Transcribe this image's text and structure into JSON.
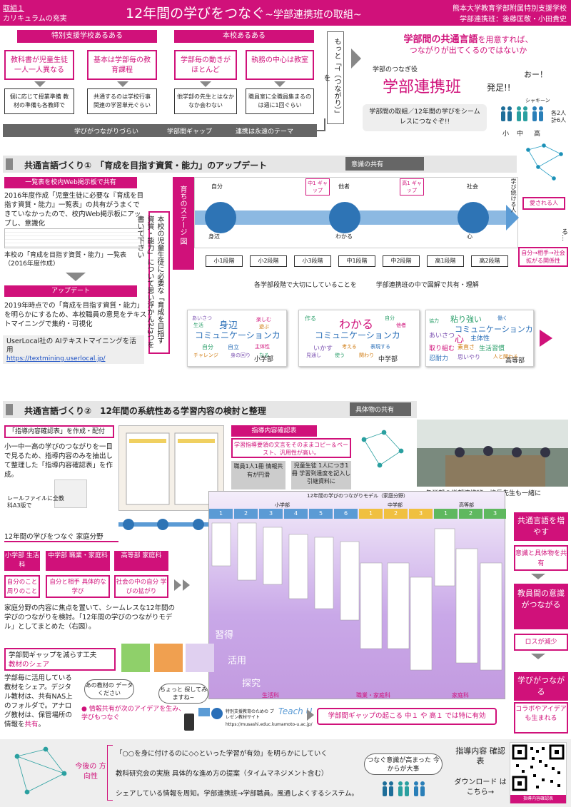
{
  "header": {
    "tag1": "取組１",
    "tag2": "カリキュラムの充実",
    "title": "12年間の学びをつなぐ",
    "subtitle": "~学部連携班の取組~",
    "school": "熊本大学教育学部附属特別支援学校",
    "members": "学部連携班：後藤匡敬・小田貴史"
  },
  "top": {
    "special_title": "特別支援学校あるある",
    "special_1": "教科書が児童生徒一人一人異なる",
    "special_2": "基本は学部毎の教育課程",
    "special_1b": "個に応じて授業準備 教材の準備も各教師で",
    "special_2b": "共通するのは学校行事 関連の学習単元ぐらい",
    "honko_title": "本校あるある",
    "honko_1": "学部毎の動きがほとんど",
    "honko_2": "執務の中心は教室",
    "honko_1b": "他学部の先生とはなかなか会わない",
    "honko_2b": "職員室に全職員集まるのは週に1回ぐらい",
    "bar_1": "学びがつながりづらい",
    "bar_2": "学部間ギャップ",
    "bar_3": "連携は永遠のテーマ",
    "motto": "もっと「T（つながり）」を",
    "common_lang_a": "学部間の共通言語",
    "common_lang_b": "を用意すれば、",
    "common_lang_c": "つながりが出てくるのではないか",
    "tsunagi": "学部のつなぎ役",
    "renkei": "学部連携班",
    "hassoku": "発足!!",
    "oh": "おー！",
    "shakin": "シャキーン",
    "bubble": "学部間の取組／12年間の学びをシームレスにつなぐぞ!!",
    "counts": "各2人 計6人",
    "levels": [
      "小",
      "中",
      "高"
    ]
  },
  "sec1": {
    "title": "共通言語づくり①　「育成を目指す資質・能力」のアップデート",
    "tag": "意識の共有",
    "lan_title": "一覧表を校内Web掲示板で共有",
    "lan_text": "2016年度作成「児童生徒に必要な『育成を目指す資質・能力』一覧表」の共有がうまくできていなかったので、校内Web掲示板にアップし、意識化",
    "table_caption": "本校の「育成を目指す資質・能力」一覧表（2016年度作成）",
    "update": "アップデート",
    "update_text": "2019年時点での「育成を目指す資質・能力」を明らかにするため、本校職員の意見をテキストマイニングで集約・可視化",
    "userlocal": "UserLocal社の AIテキストマイニングを活用",
    "url": "https://textmining.userlocal.jp/",
    "vertical_note": "本校の児童生徒に必要な「育成を目指す資質・能力」について思い浮かんだ3つを書いて下さい",
    "stage_label": "育ちのステージ 図",
    "stage_top": [
      "自分",
      "他者",
      "社会"
    ],
    "stage_bottom": [
      "身辺",
      "わかる",
      "心"
    ],
    "gap1": "中1 ギャップ",
    "gap2": "高1 ギャップ",
    "manabi": "学び続ける人",
    "aisareru": "愛される人",
    "jibun_aite": "自分→相手→社会 拡がる関係性",
    "shakai_note": "社会生活が近づくにつれ、求めたいことは増える…",
    "stages": [
      "小1段階",
      "小2段階",
      "小3段階",
      "中1段階",
      "中2段階",
      "高1段階",
      "高2段階"
    ],
    "caption": "各学部段階で大切にしていることを　　　学部連携班の中で図解で共有・理解",
    "cloud_labels": [
      "小学部",
      "中学部",
      "高等部"
    ],
    "cloud1_words": [
      "身辺",
      "コミュニケーションカ",
      "あいさつ",
      "楽しむ",
      "自分",
      "自立",
      "チャレンジ",
      "身の回り",
      "主体性",
      "なる",
      "生活",
      "遊ぶ"
    ],
    "cloud2_words": [
      "わかる",
      "コミュニケーションカ",
      "作る",
      "いかす",
      "考える",
      "表現する",
      "自分",
      "他者",
      "見通し",
      "使う",
      "関わり"
    ],
    "cloud3_words": [
      "粘り強い",
      "コミュニケーションカ",
      "心",
      "主体性",
      "あいさつ",
      "生活習慣",
      "取り組む",
      "素直さ",
      "忍耐力",
      "思いやり",
      "協力",
      "人と関わる",
      "働く"
    ]
  },
  "sec2": {
    "title": "共通言語づくり②　12年間の系統性ある学習内容の検討と整理",
    "tag": "具体物の共有",
    "shidou_title": "「指導内容確認表」を作成・配付",
    "shidou_text": "小一中一高の学びのつながりを一目で見るため、指導内容のみを抽出して整理した「指導内容確認表」を作成。",
    "rail": "レールファイルに全教科A3版で",
    "kakunin": "指導内容確認表",
    "kakunin_note": "学習指導要領の文言をそのままコピー＆ペースト、汎用性が高い。",
    "shokuin": "職員1人1冊 情報共有が円滑",
    "jidou": "児童生徒 1人につき1冊 学習到達度を記入し引継資料に",
    "photo_caption": "各学部の学部連携班，校長先生も一緒に",
    "katei": "12年間の学びをつなぐ 家庭分野",
    "bunya": [
      "小学部 生活科",
      "中学部 職業・家庭科",
      "高等部 家庭科"
    ],
    "bunya_desc": [
      "自分のこと 周りのこと",
      "自分と相手 具体的な学び",
      "社会の中の自分 学びの拡がり"
    ],
    "katei_text": "家庭分野の内容に焦点を置いて、シームレスな12年間の学びのつながりを検討。「12年間の学びのつながりモデル」としてまとめた（右図）。",
    "model_title": "12年間の学びのつながりモデル（家庭分野）",
    "model_heads": [
      "小学部",
      "中学部",
      "高等部"
    ],
    "model_nums": [
      "1",
      "2",
      "3",
      "4",
      "5",
      "6",
      "1",
      "2",
      "3",
      "1",
      "2",
      "3"
    ],
    "model_levels": [
      "習得",
      "活用",
      "探究"
    ],
    "model_foot": [
      "生活科",
      "職業・家庭科",
      "家庭科"
    ],
    "right_1_title": "共通言語を増やす",
    "right_1_sub": "意識と具体物を共有",
    "right_2_title": "教員間の意識がつながる",
    "right_2_sub": "ロスが減少",
    "right_3_title": "学びがつながる",
    "right_3_sub": "コラボやアイデアも生まれる",
    "gap_title": "学部間ギャップを減らす工夫",
    "kyouzai": "教材のシェア",
    "kyouzai_text_a": "学部毎に活用している教材をシェア。デジタル教材は、共有NAS上のフォルダで。アナログ教材は、保管場所の情報を",
    "kyouzai_text_b": "共有",
    "ano": "あの教材の データください",
    "chotto": "ちょっと 探してみますね~",
    "joho": "情報共有が次のアイデアを生み、学びもつなぐ",
    "gap_effect": "学部間ギャップの起こる 中１ や 高１ では特に有効",
    "site_label": "特別支援教育のための プレゼン教材サイト",
    "site_url": "https://musashi.educ.kumamoto-u.ac.jp/"
  },
  "bottom": {
    "kongo": "今後の 方向性",
    "line1": "「○○を身に付けるのに◇◇といった学習が有効」を明らかにしていく",
    "line2": "教科研究会の実施 具体的な進め方の提案（タイムマネジメント含む）",
    "line3": "シェアしている情報を周知。学部連携班→学部職員。風通しよくするシステム。",
    "tsunagu": "つなぐ意識が高まった 今からが大事",
    "download": "指導内容 確認表",
    "download2": "ダウンロード はこちら→",
    "qr_label": "指導内容確認表"
  }
}
